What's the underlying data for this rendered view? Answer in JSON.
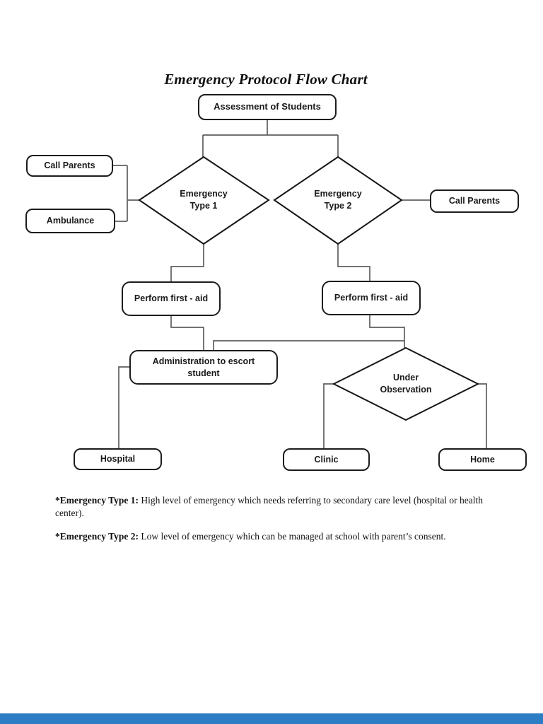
{
  "page": {
    "title": "Emergency Protocol Flow Chart",
    "footer_bar_color": "#2d7dc5"
  },
  "nodes": {
    "assessment": "Assessment of Students",
    "call_parents_left": "Call Parents",
    "ambulance": "Ambulance",
    "emergency_type_1": "Emergency\nType 1",
    "emergency_type_2": "Emergency\nType 2",
    "call_parents_right": "Call Parents",
    "perform_first_aid_left": "Perform first - aid",
    "perform_first_aid_right": "Perform first - aid",
    "admin_escort": "Administration to escort\nstudent",
    "under_observation": "Under\nObservation",
    "hospital": "Hospital",
    "clinic": "Clinic",
    "home": "Home"
  },
  "edges": [
    "assessment -> emergency_type_1",
    "assessment -> emergency_type_2",
    "emergency_type_1 -> call_parents_left",
    "emergency_type_1 -> ambulance",
    "emergency_type_1 -> perform_first_aid_left",
    "emergency_type_2 -> call_parents_right",
    "emergency_type_2 -> perform_first_aid_right",
    "perform_first_aid_left -> admin_escort",
    "perform_first_aid_right -> admin_escort",
    "perform_first_aid_right -> under_observation",
    "admin_escort -> hospital",
    "under_observation -> clinic",
    "under_observation -> home"
  ],
  "footnotes": [
    {
      "label": "*Emergency Type 1:",
      "text": " High level of emergency which needs referring to secondary care level (hospital or health center)."
    },
    {
      "label": "*Emergency Type 2:",
      "text": " Low level of emergency which can be managed at school with parent’s consent."
    }
  ]
}
